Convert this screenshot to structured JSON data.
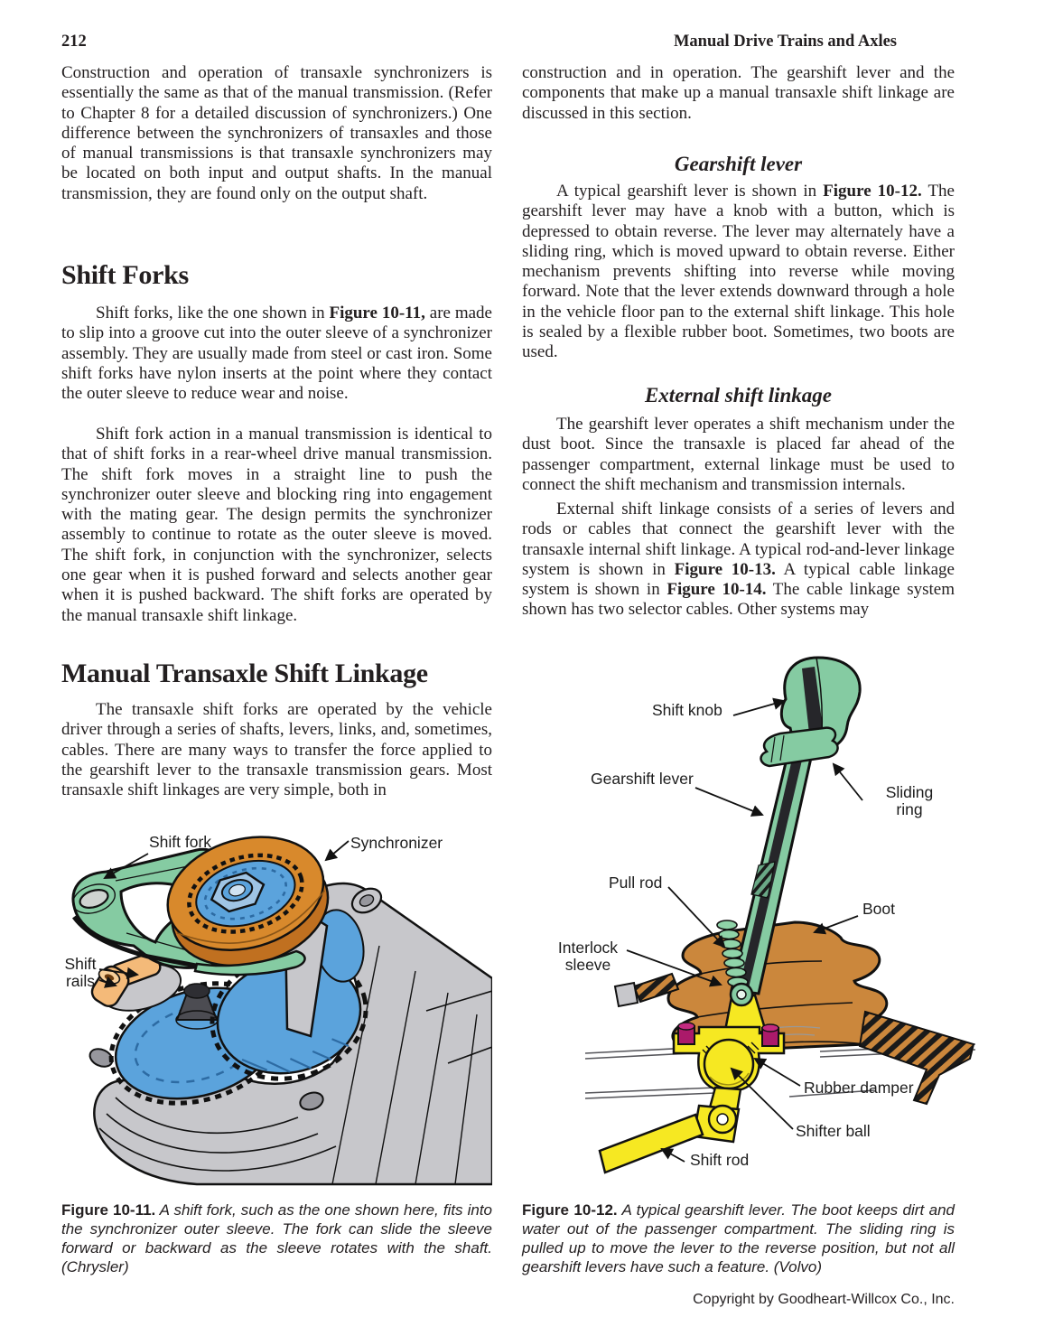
{
  "page": {
    "number": "212",
    "running_title": "Manual Drive Trains and Axles",
    "copyright": "Copyright by Goodheart-Willcox Co., Inc."
  },
  "left": {
    "para1": "Construction and operation of transaxle synchronizers is essentially the same as that of the manual transmission. (Refer to Chapter 8 for a detailed discussion of synchronizers.) One difference between the synchronizers of transaxles and those of manual transmissions is that transaxle synchronizers may be located on both input and output shafts. In the manual transmission, they are found only on the output shaft.",
    "heading_shift_forks": "Shift Forks",
    "para2": [
      {
        "t": "Shift forks, like the one shown in "
      },
      {
        "t": "Figure 10-11,",
        "b": true
      },
      {
        "t": " are made to slip into a groove cut into the outer sleeve of a synchronizer assembly. They are usually made from steel or cast iron. Some shift forks have nylon inserts at the point where they contact the outer sleeve to reduce wear and noise."
      }
    ],
    "para3": "Shift fork action in a manual transmission is identical to that of shift forks in a rear-wheel drive manual transmission. The shift fork moves in a straight line to push the synchronizer outer sleeve and blocking ring into engagement with the mating gear. The design permits the synchronizer assembly to continue to rotate as the outer sleeve is moved. The shift fork, in conjunction with the synchronizer, selects one gear when it is pushed forward and selects another gear when it is pushed backward. The shift forks are operated by the manual transaxle shift linkage.",
    "heading_linkage": "Manual Transaxle Shift Linkage",
    "para4": "The transaxle shift forks are operated by the vehicle driver through a series of shafts, levers, links, and, sometimes, cables. There are many ways to transfer the force applied to the gearshift lever to the transaxle transmission gears. Most transaxle shift linkages are very simple, both in"
  },
  "right": {
    "para1": "construction and in operation. The gearshift lever and the components that make up a manual transaxle shift linkage are discussed in this section.",
    "heading_gearshift": "Gearshift lever",
    "para2": [
      {
        "t": "A typical gearshift lever is shown in "
      },
      {
        "t": "Figure 10-12.",
        "b": true
      },
      {
        "t": " The gearshift lever may have a knob with a button, which is depressed to obtain reverse. The lever may alternately have a sliding ring, which is moved upward to obtain reverse. Either mechanism prevents shifting into reverse while moving forward. Note that the lever extends downward through a hole in the vehicle floor pan to the external shift linkage. This hole is sealed by a flexible rubber boot. Sometimes, two boots are used."
      }
    ],
    "heading_external": "External shift linkage",
    "para3": "The gearshift lever operates a shift mechanism under the dust boot. Since the transaxle is placed far ahead of the passenger compartment, external linkage must be used to connect the shift mechanism and transmission internals.",
    "para4": [
      {
        "t": "External shift linkage consists of a series of levers and rods or cables that connect the gearshift lever with the transaxle internal shift linkage. A typical rod-and-lever linkage system is shown in "
      },
      {
        "t": "Figure 10-13.",
        "b": true
      },
      {
        "t": " A typical cable linkage system is shown in "
      },
      {
        "t": "Figure 10-14.",
        "b": true
      },
      {
        "t": " The cable linkage system shown has two selector cables. Other systems may"
      }
    ]
  },
  "figure_10_11": {
    "caption_lead": "Figure 10-11.",
    "caption_text": " A shift fork, such as the one shown here, fits into the synchronizer outer sleeve. The fork can slide the sleeve forward or backward as the sleeve rotates with the shaft. (Chrysler)",
    "labels": {
      "shift_fork": "Shift fork",
      "synchronizer": "Synchronizer",
      "shift_rails": "Shift rails"
    }
  },
  "figure_10_12": {
    "caption_lead": "Figure 10-12.",
    "caption_text": " A typical gearshift lever. The boot keeps dirt and water out of the passenger compartment. The sliding ring is pulled up to move the lever to the reverse position, but not all gearshift levers have such a feature. (Volvo)",
    "labels": {
      "shift_knob": "Shift knob",
      "gearshift_lever": "Gearshift lever",
      "sliding_ring": "Sliding ring",
      "pull_rod": "Pull rod",
      "boot": "Boot",
      "interlock_sleeve": "Interlock sleeve",
      "rubber_damper": "Rubber damper",
      "shifter_ball": "Shifter ball",
      "shift_rod": "Shift rod"
    }
  },
  "colors": {
    "fork_green": "#85cba2",
    "synchronizer_orange": "#d8892c",
    "gear_blue": "#5ba3dc",
    "rail_tan": "#f4ba79",
    "housing_gray": "#c7c7cb",
    "boot_brown": "#cb873c",
    "linkage_yellow": "#f6e822",
    "bolt_magenta": "#ab1a6a"
  }
}
